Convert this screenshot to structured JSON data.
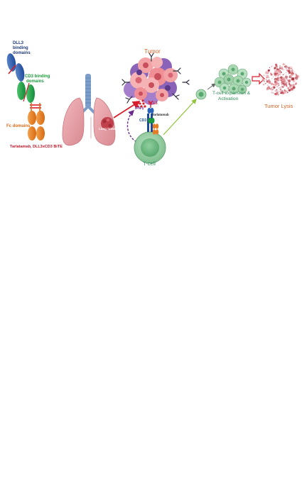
{
  "labels": {
    "dll3_binding": [
      "DLL3",
      "binding",
      "domains"
    ],
    "cd3_binding": [
      "CD3 binding",
      "domains"
    ],
    "fc_domains": "Fc domains",
    "bite_name": "Tarlatamab, DLL3xCD3 BiTE",
    "lung_tumor": "Lung tumor",
    "tumor": "Tumor",
    "dll3": "DLL3",
    "ifn": "IFN-γ",
    "cd3": "CD3",
    "tarlatamab": "Tarlatamab",
    "tcell": "T-cell",
    "expansion": [
      "T-cell expansion &",
      "Activation"
    ],
    "lysis": "Tumor Lysis"
  },
  "colors": {
    "dll3_text": "#1f3a7a",
    "cd3_text": "#1a9a3a",
    "fc_text": "#e06b1a",
    "bite_text": "#c0192b",
    "tumor_text": "#d9632a",
    "tcell_text": "#2e8b57",
    "lysis_text": "#d9632a",
    "arrow_red": "#d81e2c",
    "arrow_green": "#8fc43b",
    "arrow_purple": "#6a2a8c"
  }
}
